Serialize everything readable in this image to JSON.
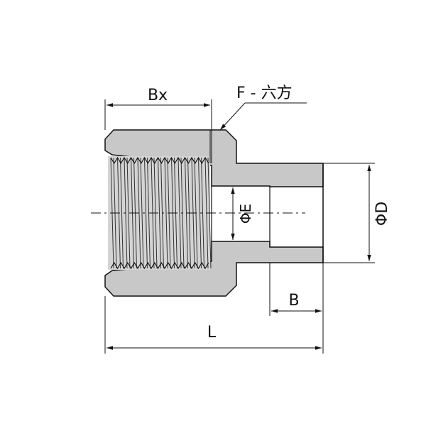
{
  "labels": {
    "bx": "Bx",
    "f_hex": "F - 六方",
    "phi_e": "ΦE",
    "phi_d": "ΦD",
    "b": "B",
    "l": "L"
  },
  "colors": {
    "body_fill": "#c8c8c8",
    "outline": "#111111",
    "background": "#ffffff"
  }
}
